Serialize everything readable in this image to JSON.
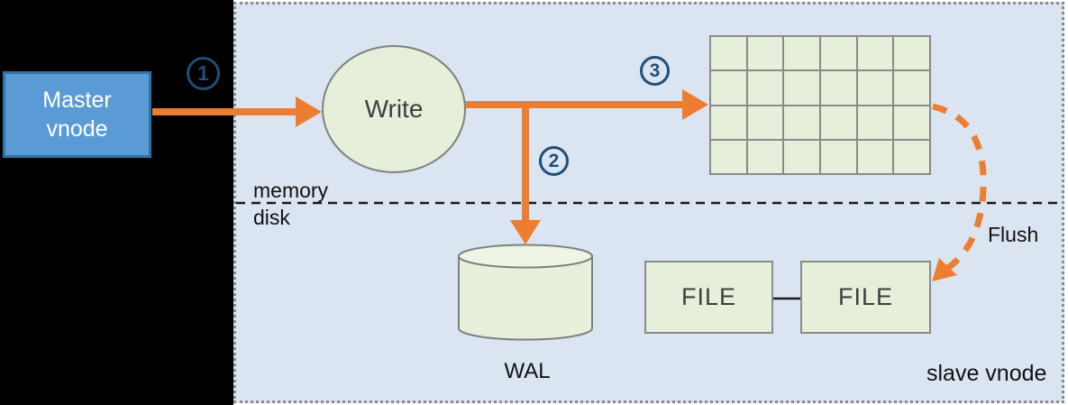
{
  "colors": {
    "arrow": "#ed7d31",
    "step-badge": "#1f4e79",
    "container-bg": "#dbe5f1",
    "container-border": "#8c8c8c",
    "node-green": "#e6efda",
    "node-green-light": "#eef5e6",
    "node-border": "#808080",
    "master-fill": "#5b9bd5",
    "master-border": "#2e75a6",
    "ink": "#111111",
    "node-text": "#3f3f3f"
  },
  "nodes": {
    "master_vnode": {
      "line1": "Master",
      "line2": "vnode"
    },
    "write": {
      "label": "Write"
    },
    "wal": {
      "label": "WAL"
    },
    "file_left": {
      "label": "FILE"
    },
    "file_right": {
      "label": "FILE"
    }
  },
  "labels": {
    "memory": "memory",
    "disk": "disk",
    "flush": "Flush",
    "slave_vnode": "slave vnode"
  },
  "steps": [
    {
      "label": "1"
    },
    {
      "label": "2"
    },
    {
      "label": "3"
    }
  ],
  "grid": {
    "rows": 4,
    "cols": 6
  }
}
